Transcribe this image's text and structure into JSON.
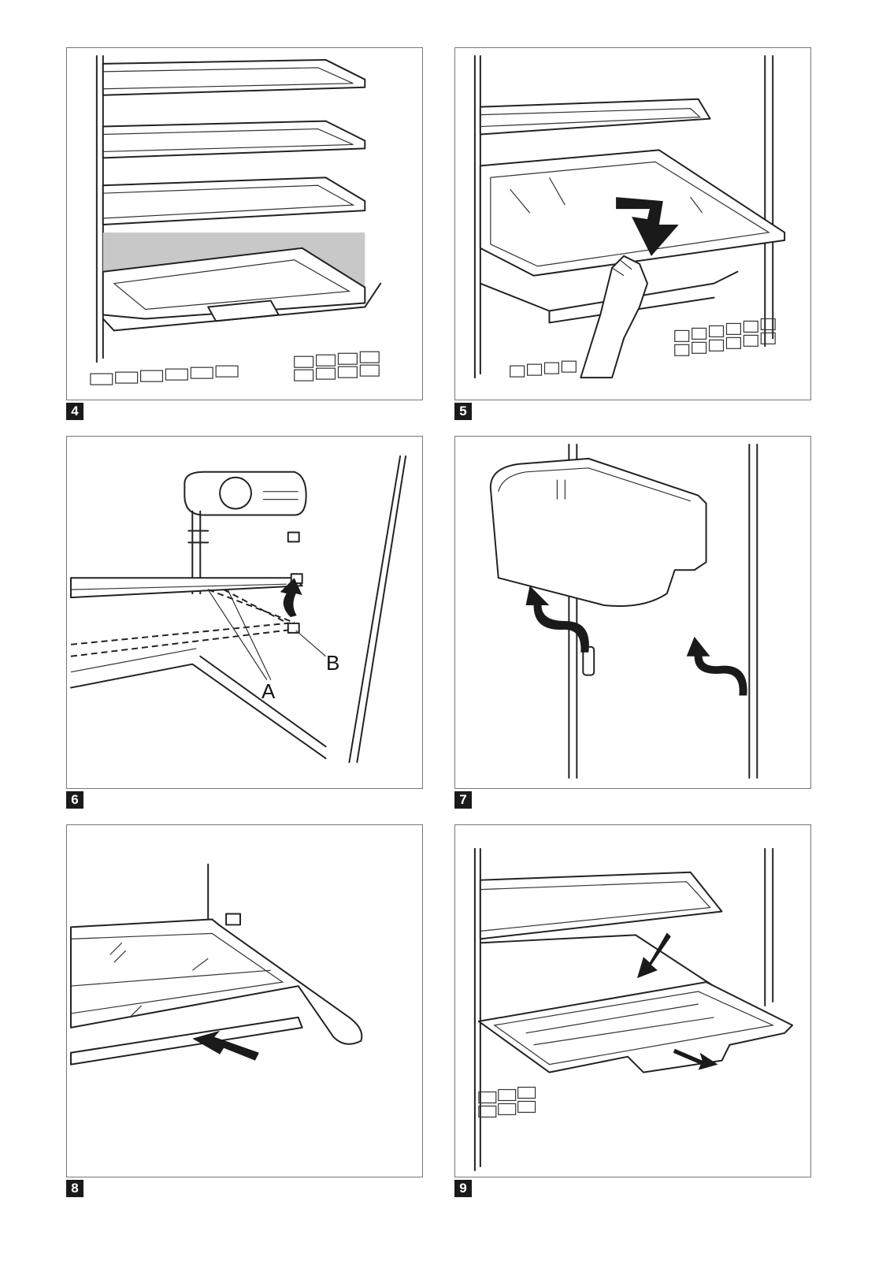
{
  "figures": [
    {
      "number": "4"
    },
    {
      "number": "5"
    },
    {
      "number": "6",
      "labels": {
        "a": "A",
        "b": "B"
      }
    },
    {
      "number": "7"
    },
    {
      "number": "8"
    },
    {
      "number": "9"
    }
  ],
  "colors": {
    "highlight": "#c8c8c8",
    "ink": "#1a1a1a",
    "frame": "#777777"
  }
}
